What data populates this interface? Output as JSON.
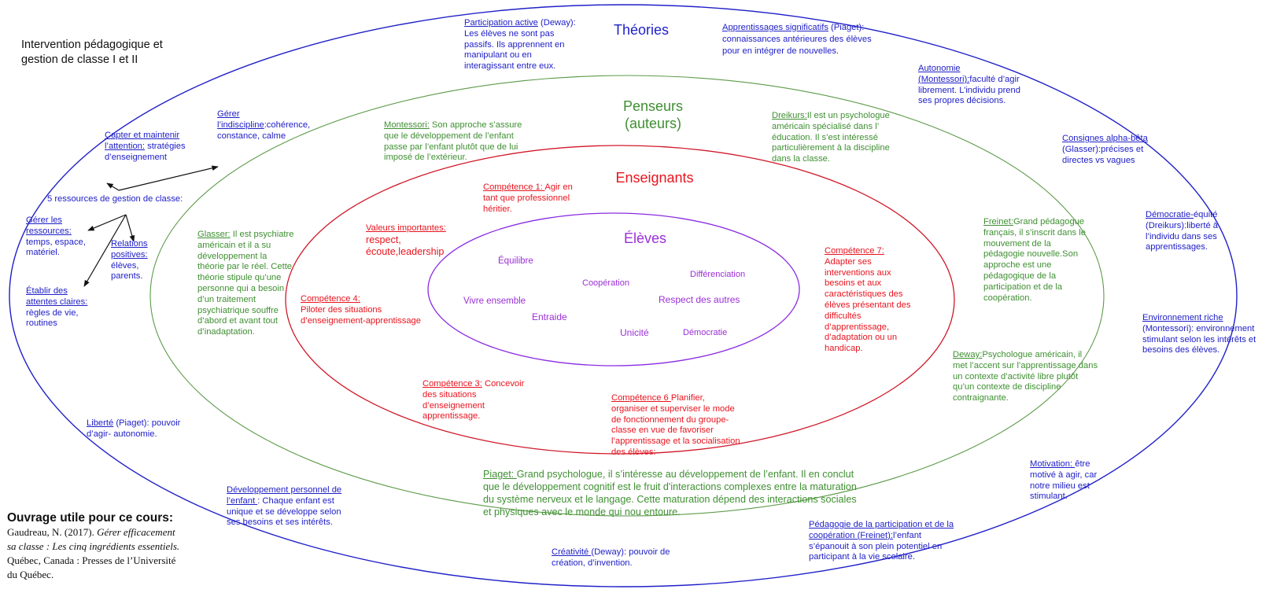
{
  "title": "Intervention pédagogique et gestion de classe I et II",
  "colors": {
    "theories": "#2020c8",
    "penseurs": "#3f8f32",
    "enseignants": "#e8141e",
    "eleves": "#9a2fd6"
  },
  "rings": {
    "theories": "Théories",
    "penseurs_line1": "Penseurs",
    "penseurs_line2": "(auteurs)",
    "enseignants": "Enseignants",
    "eleves": "Élèves"
  },
  "classroom": {
    "heading": "5 ressources de gestion de classe:",
    "items": [
      {
        "label": "Capter et maintenir l’attention:",
        "text": " stratégies d’enseignement"
      },
      {
        "label": "Gérer l’indiscipline",
        "text": ":cohérence, constance, calme"
      },
      {
        "label": "Gérer les ressources:",
        "text": " temps, espace, matériel."
      },
      {
        "label": "Relations positives:",
        "text": " élèves, parents."
      },
      {
        "label": "Établir des attentes claires:",
        "text": " règles de vie, routines"
      }
    ]
  },
  "theories": [
    {
      "label": "Participation active",
      "text": " (Deway): Les élèves ne sont pas passifs. Ils apprennent en manipulant ou en interagissant entre eux."
    },
    {
      "label": "Apprentissages significatifs",
      "text": " (Piaget): connaissances antérieures des élèves pour en intégrer de nouvelles."
    },
    {
      "label": "Autonomie (Montessori):",
      "text": "faculté d’agir librement. L’individu prend ses propres décisions."
    },
    {
      "label": "Consignes alpha-bêta",
      "text": " (Glasser):précises et directes vs vagues"
    },
    {
      "label": "Démocratie-",
      "text": "équité (Dreikurs):liberté à l’individu dans ses apprentissages."
    },
    {
      "label": "Environnement riche",
      "text": " (Montessori): environnement stimulant selon les intérêts et besoins des élèves."
    },
    {
      "label": "Motivation: ",
      "text": "être motivé à agir, car notre milieu est stimulant."
    },
    {
      "label": "Pédagogie de la participation et de la coopération (Freinet):",
      "text": "l’enfant s’épanouit à son plein potentiel en participant à la vie scolaire."
    },
    {
      "label": "Créativité ",
      "text": "(Deway): pouvoir de création, d’invention."
    },
    {
      "label": "Développement personnel de l’enfant ",
      "text": ": Chaque enfant est unique et se développe selon ses besoins et ses intérêts."
    },
    {
      "label": "Liberté",
      "text": " (Piaget): pouvoir d’agir- autonomie."
    }
  ],
  "penseurs": [
    {
      "label": "Montessori:",
      "text": " Son approche s’assure que le développement de l’enfant passe par l’enfant plutôt que de lui imposé de l’extérieur."
    },
    {
      "label": "Dreikurs:",
      "text": "Il est un psychologue américain spécialisé dans l’ éducation. Il s’est intéressé particulièrement à la discipline dans la classe."
    },
    {
      "label": "Freinet:",
      "text": "Grand pédagogue français, il s’inscrit dans le mouvement de la pédagogie nouvelle.Son approche est une pédagogique de la participation et de la coopération."
    },
    {
      "label": "Deway:",
      "text": "Psychologue américain, il met l’accent sur l’apprentissage dans un contexte d’activité libre plutôt qu’un contexte de discipline contraignante."
    },
    {
      "label": "Piaget: ",
      "text": "Grand psychologue, il s’intéresse au développement de l’enfant. Il en conclut que le développement cognitif est le fruit d'interactions complexes entre la maturation du système nerveux et le langage. Cette maturation dépend des interactions sociales et physiques avec le monde qui nou entoure."
    },
    {
      "label": "Glasser:",
      "text": " Il est psychiatre américain et il a su développement la théorie par le réel. Cette théorie stipule qu’une personne qui a besoin d’un traitement psychiatrique souffre d’abord et avant tout d’inadaptation."
    }
  ],
  "enseignants": [
    {
      "label": "Compétence 1: ",
      "text": "Agir en tant que professionnel héritier."
    },
    {
      "label": "Valeurs importantes:",
      "text": "respect, écoute,leadership"
    },
    {
      "label": "Compétence 4:",
      "text": "Piloter des situations d’enseignement-apprentissage"
    },
    {
      "label": "Compétence 3:",
      "text": " Concevoir des situations d’enseignement apprentissage."
    },
    {
      "label": "Compétence 6 ",
      "text": "Planifier, organiser et superviser le mode de fonctionnement du groupe-classe en vue de favoriser l’apprentissage et la socialisation des élèves:"
    },
    {
      "label": "Compétence 7:",
      "text": "Adapter ses interventions aux besoins et aux caractéristiques des élèves présentant des difficultés d’apprentissage, d’adaptation ou un handicap."
    }
  ],
  "eleves": [
    "Équilibre",
    "Coopération",
    "Différenciation",
    "Vivre ensemble",
    "Respect des autres",
    "Entraide",
    "Unicité",
    "Démocratie"
  ],
  "reference": {
    "heading": "Ouvrage utile pour ce cours:",
    "author": "Gaudreau, N. (2017). ",
    "book": "Gérer efficacement sa classe : Les cinq ingrédients essentiels.",
    "publisher": " Québec, Canada : Presses de l’Université du Québec."
  }
}
